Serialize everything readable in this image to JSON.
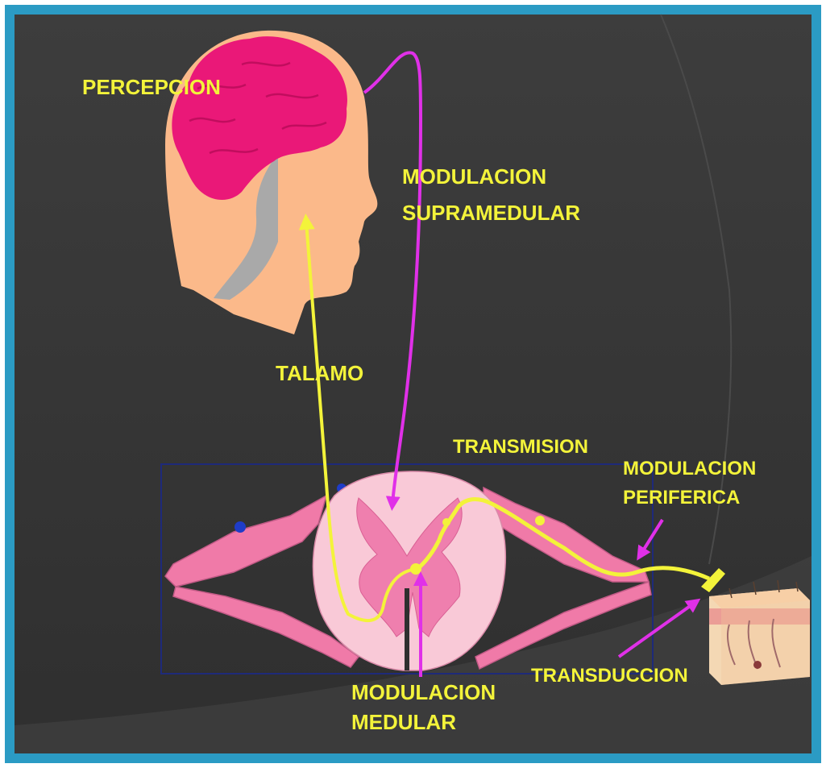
{
  "labels": {
    "percepcion": "PERCEPCION",
    "modulacion_supramedular_1": "MODULACION",
    "modulacion_supramedular_2": "SUPRAMEDULAR",
    "talamo": "TALAMO",
    "transmision": "TRANSMISION",
    "modulacion_periferica_1": "MODULACION",
    "modulacion_periferica_2": "PERIFERICA",
    "transduccion": "TRANSDUCCION",
    "modulacion_medular_1": "MODULACION",
    "modulacion_medular_2": "MEDULAR"
  },
  "colors": {
    "frame": "#2b9bc4",
    "background": "#3a3a3a",
    "label": "#f3f33a",
    "ascending_pathway": "#f3f33a",
    "descending_pathway": "#e030e8",
    "brain": "#ea1878",
    "head_skin": "#fbb98a",
    "brainstem": "#a9a9a9",
    "cord_white_matter": "#f9c9d7",
    "cord_grey_matter": "#ef7fae",
    "nerve": "#f07aa8"
  },
  "icons": [
    "head-profile-icon",
    "brain-icon",
    "spinal-cord-section-icon",
    "skin-block-icon",
    "receptor-ending-icon"
  ]
}
